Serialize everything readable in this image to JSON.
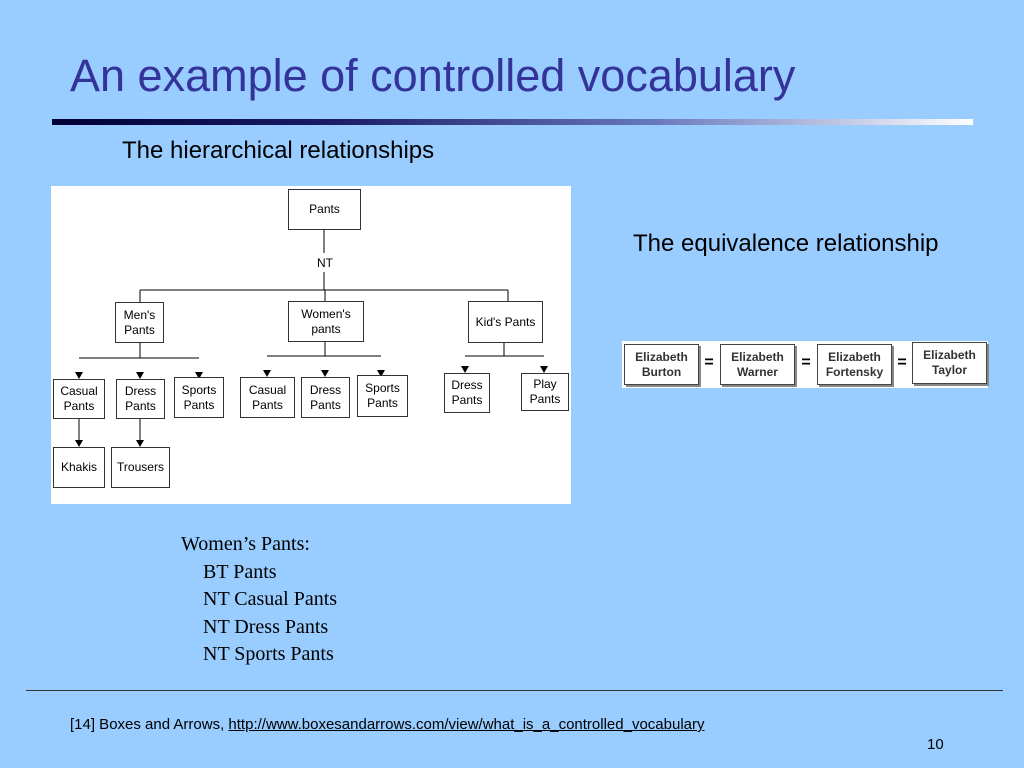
{
  "slide": {
    "title": "An example of controlled vocabulary",
    "hier_heading": "The hierarchical relationships",
    "equiv_heading": "The equivalence relationship",
    "page_number": "10"
  },
  "tree": {
    "root": "Pants",
    "relation_label": "NT",
    "mens": "Men's Pants",
    "womens": "Women's pants",
    "kids": "Kid's Pants",
    "mens_casual": "Casual Pants",
    "mens_dress": "Dress Pants",
    "mens_sports": "Sports Pants",
    "womens_casual": "Casual Pants",
    "womens_dress": "Dress Pants",
    "womens_sports": "Sports Pants",
    "kids_dress": "Dress Pants",
    "kids_play": "Play Pants",
    "khakis": "Khakis",
    "trousers": "Trousers"
  },
  "equivalence": {
    "terms": [
      "Elizabeth Burton",
      "Elizabeth Warner",
      "Elizabeth Fortensky",
      "Elizabeth Taylor"
    ],
    "sign": "="
  },
  "womens_entry": {
    "heading": "Women’s Pants:",
    "lines": [
      "BT Pants",
      "NT Casual Pants",
      "NT Dress Pants",
      "NT Sports Pants"
    ]
  },
  "footer": {
    "citation_prefix": "[14] Boxes and Arrows, ",
    "citation_url": "http://www.boxesandarrows.com/view/what_is_a_controlled_vocabulary"
  }
}
